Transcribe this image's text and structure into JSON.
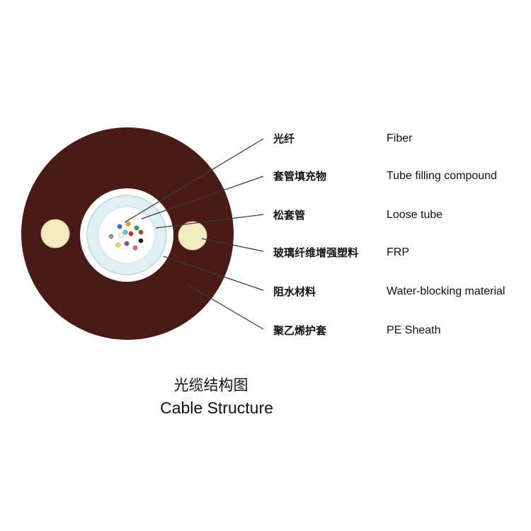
{
  "colors": {
    "sheath": "#4a1a17",
    "frp": "#f3ecc0",
    "tube_ring": "#dff0f5",
    "leader": "#3a3a3a"
  },
  "labels": [
    {
      "cn": "光纤",
      "en": "Fiber"
    },
    {
      "cn": "套管填充物",
      "en": "Tube filling compound"
    },
    {
      "cn": "松套管",
      "en": "Loose tube"
    },
    {
      "cn": "玻璃纤维增强塑料",
      "en": "FRP"
    },
    {
      "cn": "阻水材料",
      "en": "Water-blocking material"
    },
    {
      "cn": "聚乙烯护套",
      "en": "PE Sheath"
    }
  ],
  "caption": {
    "cn": "光缆结构图",
    "en": "Cable Structure"
  },
  "fiber_colors": [
    "#2c6fd1",
    "#f0a020",
    "#2aa34a",
    "#8a5a2b",
    "#9a9a9a",
    "#ffffff",
    "#e02020",
    "#222222",
    "#f2e22a",
    "#9b3fc9",
    "#e85aa0",
    "#58c8e8"
  ]
}
